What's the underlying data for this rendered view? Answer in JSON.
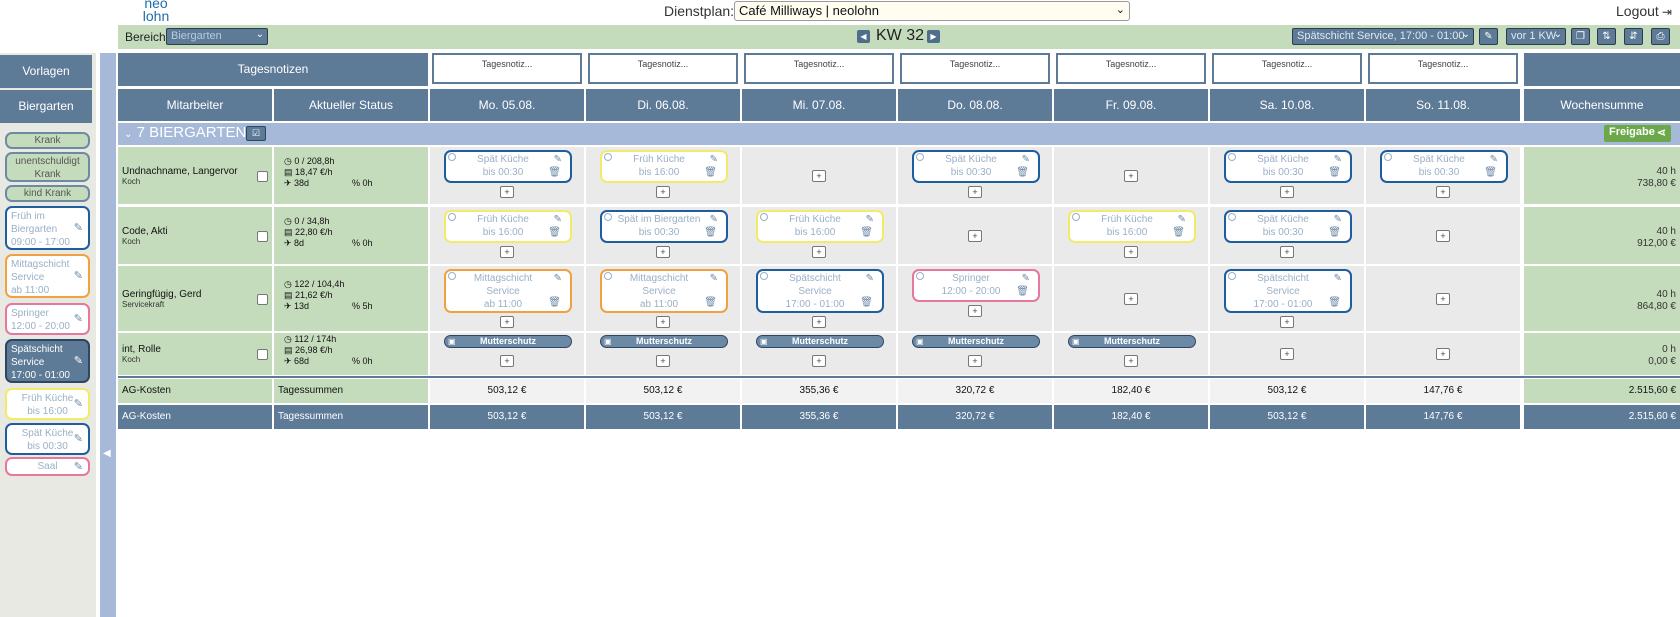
{
  "header": {
    "logo_line1": "neo",
    "logo_line2": "lohn",
    "plan_label": "Dienstplan:",
    "plan_value": "Café Milliways | neolohn",
    "logout": "Logout"
  },
  "toolbar": {
    "bereich_label": "Bereich:",
    "bereich_value": "Biergarten",
    "week": "KW 32",
    "schedule_select": "Spätschicht Service, 17:00 - 01:00",
    "week_select": "vor 1 KW"
  },
  "sidebar": {
    "vorlagen": "Vorlagen",
    "biergarten": "Biergarten",
    "status": [
      "Krank",
      "unentschuldigt Krank",
      "kind Krank"
    ],
    "shifts": [
      {
        "name": "Früh im Biergarten",
        "time": "09:00 - 17:00",
        "color": "blue"
      },
      {
        "name": "Mittagschicht Service",
        "time": "ab 11:00",
        "color": "orange"
      },
      {
        "name": "Springer",
        "time": "12:00 - 20:00",
        "color": "pink"
      },
      {
        "name": "Spätschicht Service",
        "time": "17:00 - 01:00",
        "color": "dark"
      },
      {
        "name": "Früh Küche",
        "time": "bis 16:00",
        "color": "yellow"
      },
      {
        "name": "Spät Küche",
        "time": "bis 00:30",
        "color": "blue"
      },
      {
        "name": "Saal",
        "time": "",
        "color": "pink"
      }
    ]
  },
  "table": {
    "tagesnotizen": "Tagesnotizen",
    "note_placeholder": "Tagesnotiz...",
    "col_mitarbeiter": "Mitarbeiter",
    "col_status": "Aktueller Status",
    "days": [
      "Mo. 05.08.",
      "Di. 06.08.",
      "Mi. 07.08.",
      "Do. 08.08.",
      "Fr. 09.08.",
      "Sa. 10.08.",
      "So. 11.08."
    ],
    "col_sum": "Wochensumme",
    "group_title": "7 BIERGARTEN",
    "freigabe": "Freigabe"
  },
  "rows": [
    {
      "name": "Undnachname, Langervor",
      "role": "Koch",
      "hours": "0 / 208,8h",
      "rate": "18,47 €/h",
      "vac": "38d",
      "ot": "0h",
      "sum_h": "40 h",
      "sum_eur": "738,80 €",
      "cells": [
        {
          "name": "Spät Küche",
          "time": "bis 00:30",
          "color": "#1f5e9e"
        },
        {
          "name": "Früh Küche",
          "time": "bis 16:00",
          "color": "#f3ea6a"
        },
        null,
        {
          "name": "Spät Küche",
          "time": "bis 00:30",
          "color": "#1f5e9e"
        },
        null,
        {
          "name": "Spät Küche",
          "time": "bis 00:30",
          "color": "#1f5e9e"
        },
        {
          "name": "Spät Küche",
          "time": "bis 00:30",
          "color": "#1f5e9e"
        }
      ]
    },
    {
      "name": "Code, Akti",
      "role": "Koch",
      "hours": "0 / 34,8h",
      "rate": "22,80 €/h",
      "vac": "8d",
      "ot": "0h",
      "sum_h": "40 h",
      "sum_eur": "912,00 €",
      "cells": [
        {
          "name": "Früh Küche",
          "time": "bis 16:00",
          "color": "#f3ea6a"
        },
        {
          "name": "Spät im Biergarten",
          "time": "bis 00:30",
          "color": "#1f5e9e"
        },
        {
          "name": "Früh Küche",
          "time": "bis 16:00",
          "color": "#f3ea6a"
        },
        null,
        {
          "name": "Früh Küche",
          "time": "bis 16:00",
          "color": "#f3ea6a"
        },
        {
          "name": "Spät Küche",
          "time": "bis 00:30",
          "color": "#1f5e9e"
        },
        null
      ]
    },
    {
      "name": "Geringfügig, Gerd",
      "role": "Servicekraft",
      "hours": "122 / 104,4h",
      "rate": "21,62 €/h",
      "vac": "13d",
      "ot": "5h",
      "sum_h": "40 h",
      "sum_eur": "864,80 €",
      "cells": [
        {
          "name": "Mittagschicht Service",
          "time": "ab 11:00",
          "color": "#f2a141"
        },
        {
          "name": "Mittagschicht Service",
          "time": "ab 11:00",
          "color": "#f2a141"
        },
        {
          "name": "Spätschicht Service",
          "time": "17:00 - 01:00",
          "color": "#1f5e9e"
        },
        {
          "name": "Springer",
          "time": "12:00 - 20:00",
          "color": "#e6789e"
        },
        null,
        {
          "name": "Spätschicht Service",
          "time": "17:00 - 01:00",
          "color": "#1f5e9e"
        },
        null
      ]
    },
    {
      "name": "int, Rolle",
      "role": "Koch",
      "hours": "112 / 174h",
      "rate": "26,98 €/h",
      "vac": "68d",
      "ot": "0h",
      "sum_h": "0 h",
      "sum_eur": "0,00 €",
      "cells": [
        "Mutterschutz",
        "Mutterschutz",
        "Mutterschutz",
        "Mutterschutz",
        "Mutterschutz",
        null,
        null
      ]
    }
  ],
  "totals": {
    "label1": "AG-Kosten",
    "label2": "Tagessummen",
    "values": [
      "503,12 €",
      "503,12 €",
      "355,36 €",
      "320,72 €",
      "182,40 €",
      "503,12 €",
      "147,76 €"
    ],
    "week_total": "2.515,60 €"
  }
}
